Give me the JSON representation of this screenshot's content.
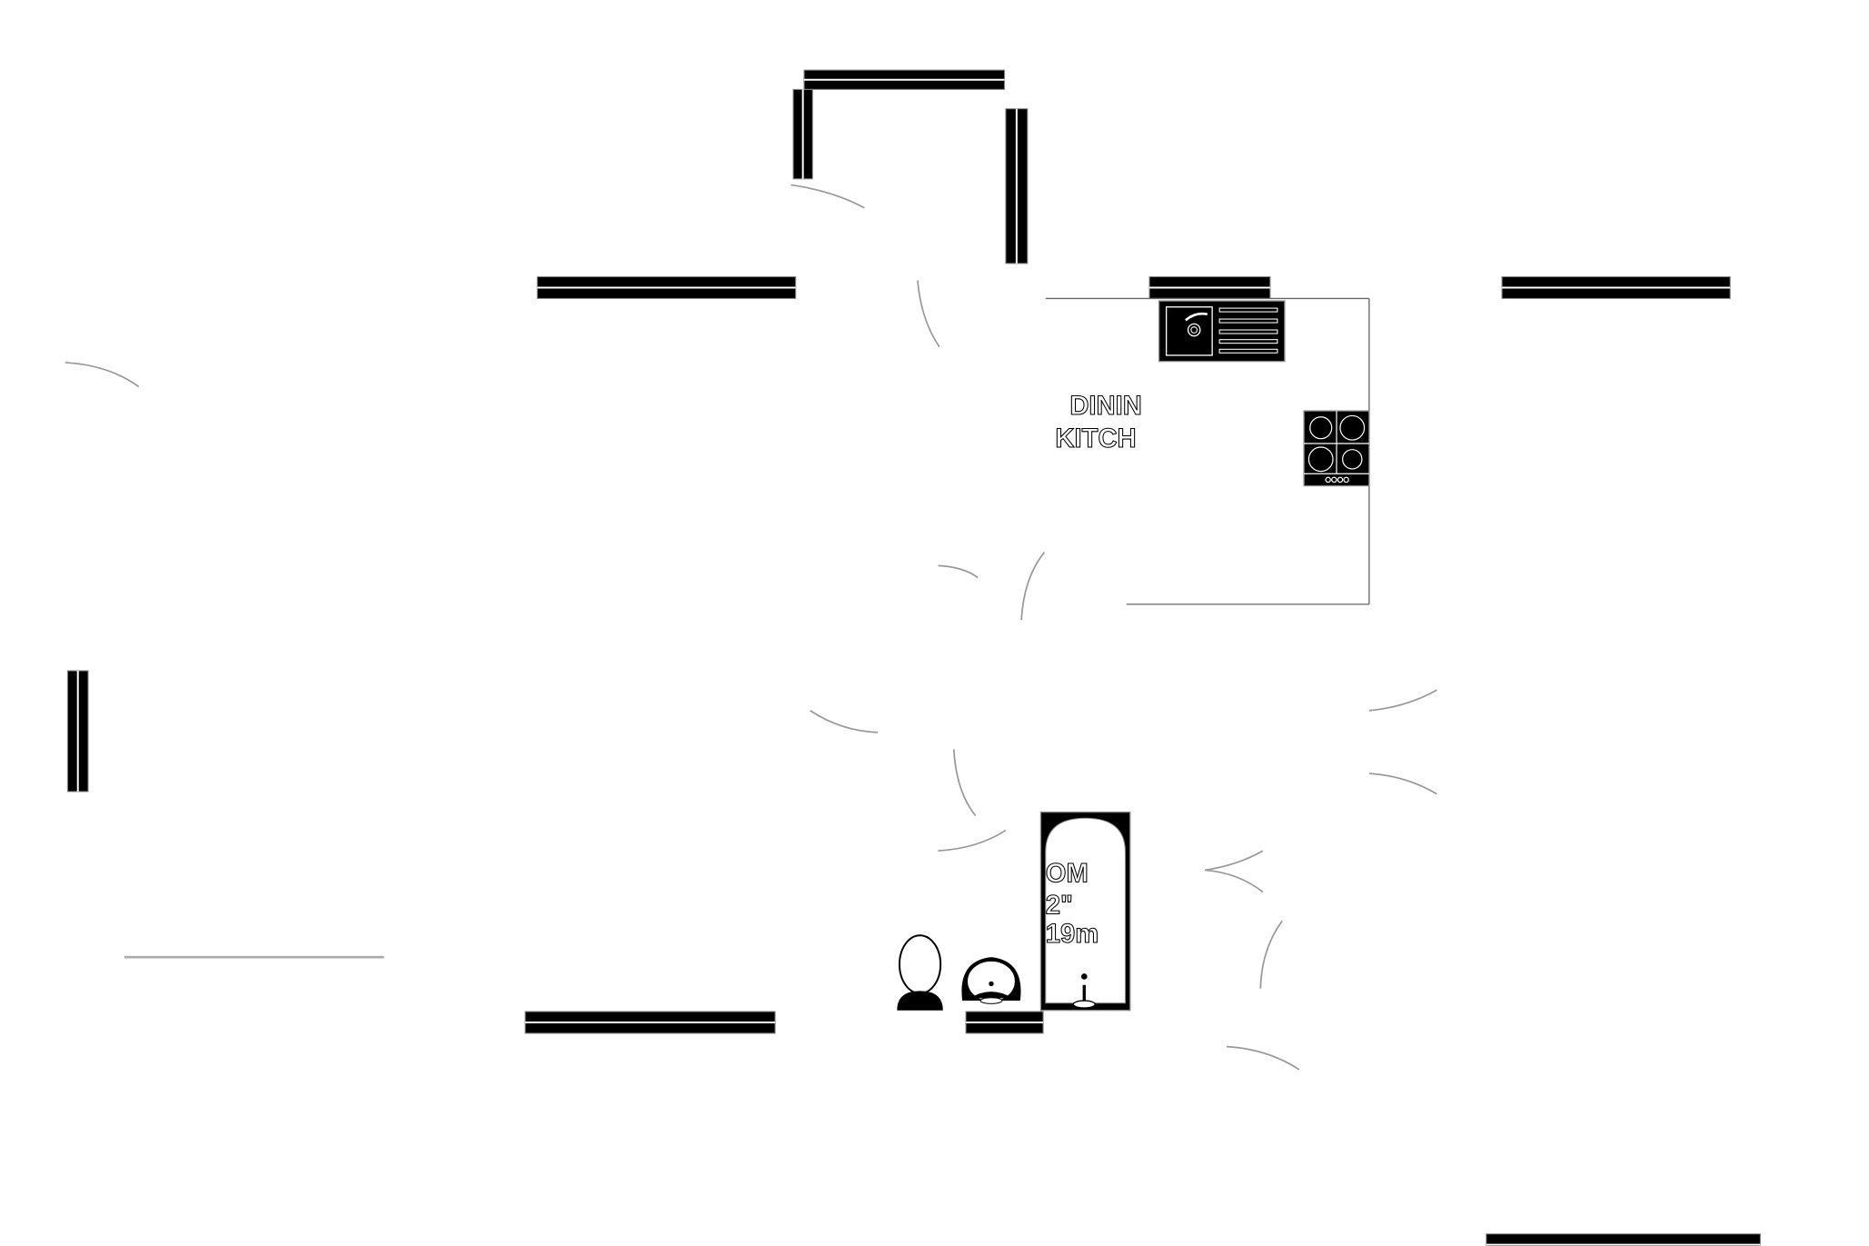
{
  "floorplan": {
    "labels": {
      "dining_line1": "DININ",
      "dining_line2": "KITCH",
      "room_line1": "OM",
      "room_line2": "2\"",
      "room_line3": "19m"
    },
    "fixtures": [
      "kitchen-sink",
      "hob",
      "bath",
      "toilet",
      "wash-basin"
    ]
  }
}
